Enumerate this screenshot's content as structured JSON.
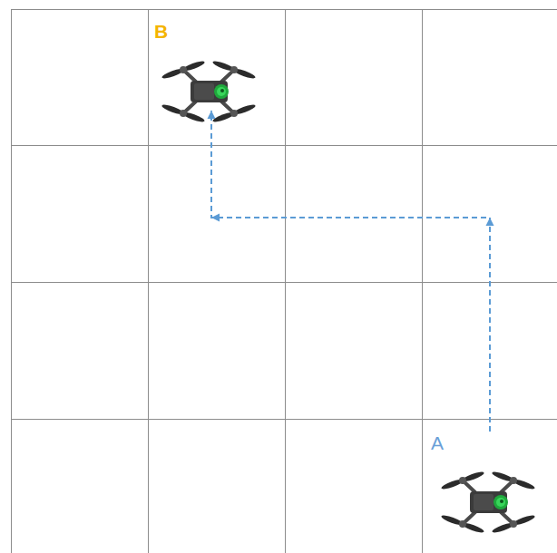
{
  "diagram": {
    "nodes": [
      {
        "text": [
          "B"
        ]
      },
      {
        "text": [
          "A"
        ]
      }
    ],
    "edges": [
      {
        "from": 1,
        "to": 0,
        "arrow": "to"
      }
    ]
  }
}
